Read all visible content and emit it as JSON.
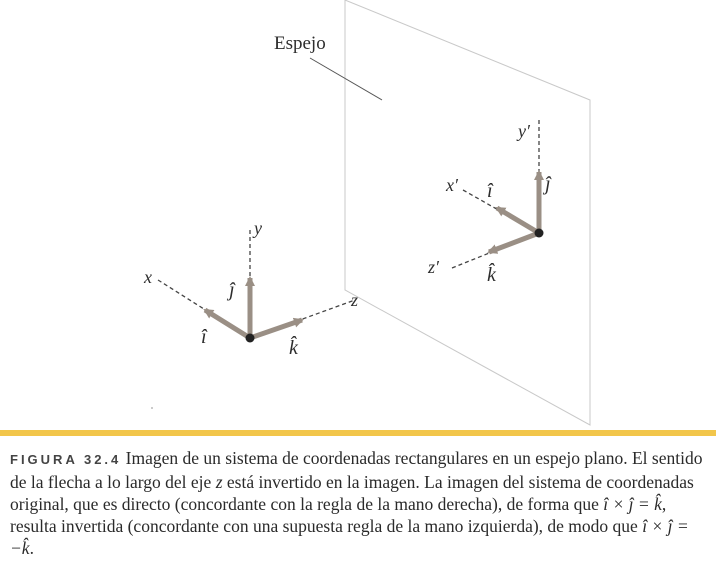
{
  "figure": {
    "mirror_label": "Espejo",
    "original_axes": {
      "x": "x",
      "y": "y",
      "z": "z"
    },
    "original_vectors": {
      "i": "î",
      "j": "ĵ",
      "k": "k̂"
    },
    "image_axes": {
      "x": "x′",
      "y": "y′",
      "z": "z′"
    },
    "image_vectors": {
      "i": "î",
      "j": "ĵ",
      "k": "k̂"
    }
  },
  "caption": {
    "tag": "FIGURA 32.4",
    "text_1": "Imagen de un sistema de coordenadas rectangulares en un espejo plano. El sentido de la flecha a lo largo del eje ",
    "z_var": "z",
    "text_2": " está invertido en la imagen. La imagen del sistema de coordenadas original, que es directo (concordante con la regla de la mano derecha), de forma que ",
    "eq1": "î × ĵ = k̂",
    "text_3": ", resulta invertida (concordante con una supuesta regla de la mano izquierda), de modo que ",
    "eq2": "î × ĵ = −k̂",
    "text_4": "."
  }
}
